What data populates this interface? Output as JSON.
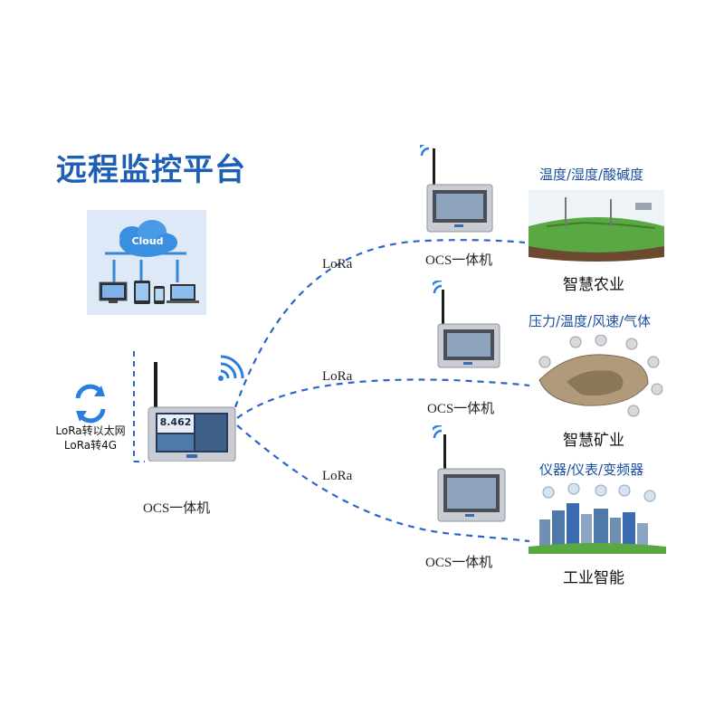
{
  "title": "远程监控平台",
  "cloud_label": "Cloud",
  "gateway": {
    "line1": "LoRa转以太网",
    "line2": "LoRa转4G",
    "screen_value": "8.462",
    "label": "OCS一体机"
  },
  "links": [
    {
      "label": "LoRa"
    },
    {
      "label": "LoRa"
    },
    {
      "label": "LoRa"
    }
  ],
  "terminals": [
    {
      "label": "OCS一体机"
    },
    {
      "label": "OCS一体机"
    },
    {
      "label": "OCS一体机"
    }
  ],
  "scenes": [
    {
      "sensors": "温度/湿度/酸碱度",
      "name": "智慧农业"
    },
    {
      "sensors": "压力/温度/风速/气体",
      "name": "智慧矿业"
    },
    {
      "sensors": "仪器/仪表/变频器",
      "name": "工业智能"
    }
  ],
  "colors": {
    "accent": "#1e5fb4",
    "link": "#2a66c8",
    "device_frame": "#c9cdd3"
  }
}
